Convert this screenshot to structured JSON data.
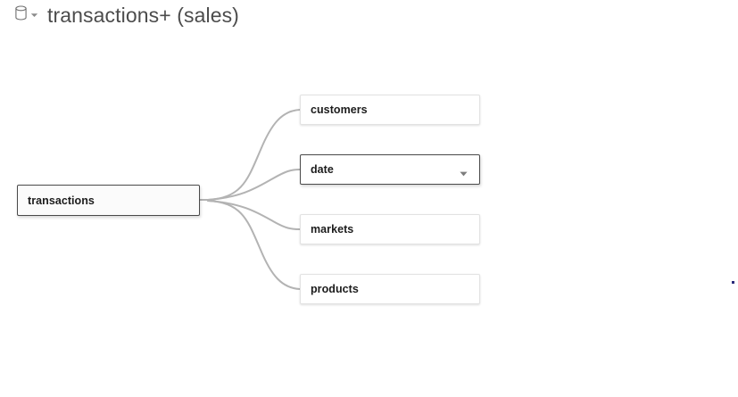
{
  "header": {
    "db_icon": "database-icon",
    "caret_icon": "chevron-down-icon",
    "title": "transactions+ (sales)"
  },
  "graph": {
    "root": {
      "label": "transactions",
      "selected": true
    },
    "children": [
      {
        "label": "customers",
        "selected": false,
        "has_dropdown": false
      },
      {
        "label": "date",
        "selected": true,
        "has_dropdown": true
      },
      {
        "label": "markets",
        "selected": false,
        "has_dropdown": false
      },
      {
        "label": "products",
        "selected": false,
        "has_dropdown": false
      }
    ],
    "edge_color": "#b0b0b0",
    "node_border_color": "#e2e2e2",
    "node_selected_border_color": "#4a4a4a",
    "canvas_background": "#ffffff"
  },
  "misc": {
    "stray_marker": "selection-dot"
  }
}
